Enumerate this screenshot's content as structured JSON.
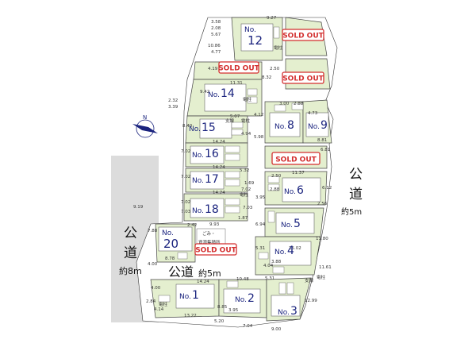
{
  "lots": [
    {
      "no": "No.",
      "num": "12",
      "sold": true
    },
    {
      "no": "",
      "num": "",
      "sold": true
    },
    {
      "no": "",
      "num": "",
      "sold": true
    },
    {
      "no": "No.",
      "num": "14",
      "sold": false
    },
    {
      "no": "No.",
      "num": "15",
      "sold": false
    },
    {
      "no": "No.",
      "num": "8",
      "sold": false
    },
    {
      "no": "No.",
      "num": "9",
      "sold": false
    },
    {
      "no": "No.",
      "num": "16",
      "sold": false
    },
    {
      "no": "No.",
      "num": "17",
      "sold": false
    },
    {
      "no": "No.",
      "num": "18",
      "sold": false
    },
    {
      "no": "No.",
      "num": "6",
      "sold": false
    },
    {
      "no": "No.",
      "num": "5",
      "sold": false
    },
    {
      "no": "No.",
      "num": "4",
      "sold": false
    },
    {
      "no": "No.",
      "num": "20",
      "sold": true
    },
    {
      "no": "No.",
      "num": "1",
      "sold": false
    },
    {
      "no": "No.",
      "num": "2",
      "sold": false
    },
    {
      "no": "No.",
      "num": "3",
      "sold": false
    }
  ],
  "sold_label": "SOLD OUT",
  "roads": {
    "east": {
      "chars": [
        "公",
        "道"
      ],
      "width": "約5m"
    },
    "west": {
      "chars": [
        "公",
        "道"
      ],
      "width": "約8m"
    },
    "south": {
      "name": "公道",
      "width": "約5m"
    }
  },
  "facilities": {
    "garbage": "ごみ・",
    "collection": "資源集積所",
    "pole": "電柱",
    "branch_pole": "支線"
  },
  "dimensions": [
    "9.27",
    "3.58",
    "2.08",
    "5.67",
    "10.86",
    "4.77",
    "4.19",
    "2.50",
    "8.32",
    "11.31",
    "9.42",
    "2.32",
    "3.39",
    "3.00",
    "2.88",
    "4.73",
    "8.40",
    "5.07",
    "4.12",
    "7.02",
    "14.24",
    "4.94",
    "5.98",
    "8.81",
    "7.02",
    "14.24",
    "7.02",
    "5.32",
    "11.37",
    "7.02",
    "14.24",
    "1.69",
    "2.50",
    "2.88",
    "6.12",
    "7.03",
    "1.87",
    "3.95",
    "2.56",
    "9.19",
    "2.42",
    "9.93",
    "6.94",
    "7.03",
    "7.88",
    "13.80",
    "8.78",
    "5.31",
    "3.88",
    "4.00",
    "11.61",
    "14.24",
    "10.48",
    "5.31",
    "4.00",
    "3.95",
    "2.84",
    "4.14",
    "8.85",
    "12.99",
    "13.22",
    "5.20",
    "7.04",
    "9.00",
    "4.04",
    "15.02",
    "6.81"
  ]
}
